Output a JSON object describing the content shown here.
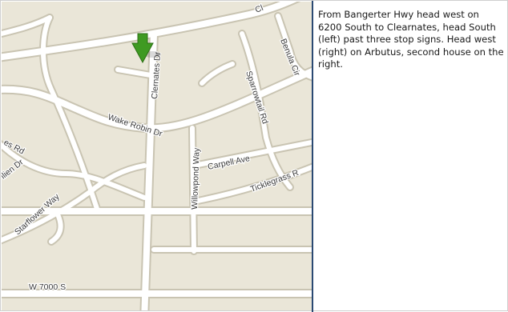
{
  "map": {
    "streets": {
      "top_partial": "Cl",
      "clernates": "Clernates Dr",
      "sparrowtail": "Sparrowtail Rd",
      "benula": "Benula Cir",
      "wake_robin": "Wake Robin Dr",
      "willowpond": "Willowpond Way",
      "carpell": "Carpell Ave",
      "ticklegrass": "Ticklegrass R",
      "es_rd": "es Rd",
      "ilien": "ilien Dr",
      "starflower": "Starflower Way",
      "w7000s": "W 7000 S"
    },
    "marker_color": "#3f9a22",
    "background_color": "#eae6d8",
    "road_color": "#ffffff"
  },
  "directions": {
    "text": "From Bangerter Hwy head west on 6200 South to Clearnates, head South (left) past three stop signs. Head west (right) on Arbutus, second house on the right."
  },
  "colors": {
    "divider": "#2b4a73"
  }
}
